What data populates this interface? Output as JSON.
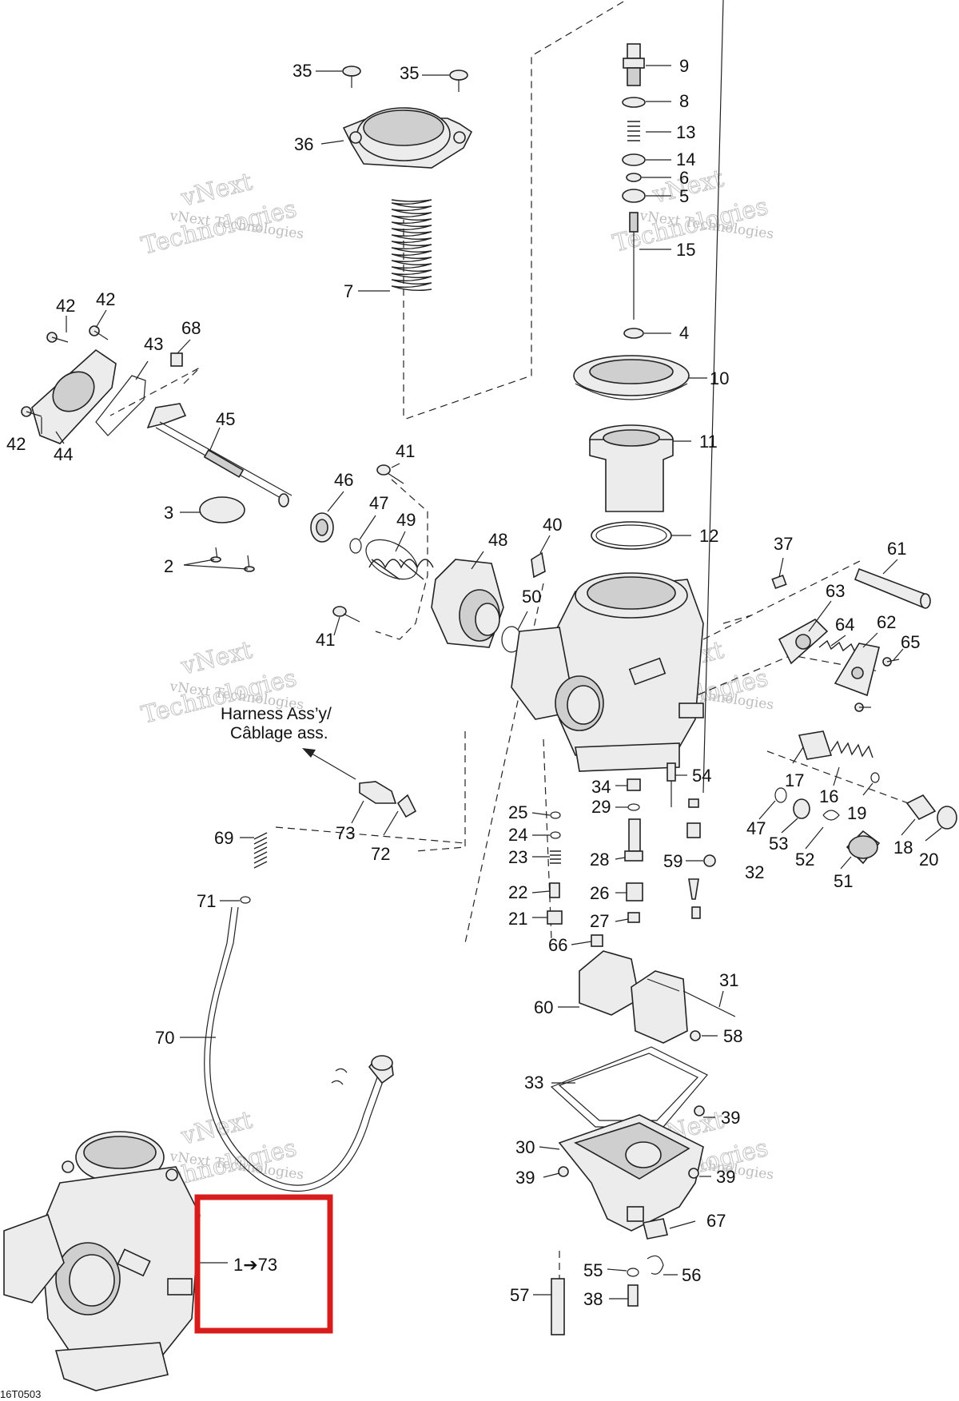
{
  "callouts": [
    {
      "id": "35a",
      "text": "35"
    },
    {
      "id": "35b",
      "text": "35"
    },
    {
      "id": "36",
      "text": "36"
    },
    {
      "id": "9",
      "text": "9"
    },
    {
      "id": "8",
      "text": "8"
    },
    {
      "id": "13",
      "text": "13"
    },
    {
      "id": "14",
      "text": "14"
    },
    {
      "id": "6",
      "text": "6"
    },
    {
      "id": "5",
      "text": "5"
    },
    {
      "id": "15",
      "text": "15"
    },
    {
      "id": "4",
      "text": "4"
    },
    {
      "id": "10",
      "text": "10"
    },
    {
      "id": "11",
      "text": "11"
    },
    {
      "id": "12",
      "text": "12"
    },
    {
      "id": "7",
      "text": "7"
    },
    {
      "id": "42a",
      "text": "42"
    },
    {
      "id": "42b",
      "text": "42"
    },
    {
      "id": "42c",
      "text": "42"
    },
    {
      "id": "43",
      "text": "43"
    },
    {
      "id": "44",
      "text": "44"
    },
    {
      "id": "68",
      "text": "68"
    },
    {
      "id": "45",
      "text": "45"
    },
    {
      "id": "3",
      "text": "3"
    },
    {
      "id": "2",
      "text": "2"
    },
    {
      "id": "41a",
      "text": "41"
    },
    {
      "id": "41b",
      "text": "41"
    },
    {
      "id": "46",
      "text": "46"
    },
    {
      "id": "47a",
      "text": "47"
    },
    {
      "id": "49",
      "text": "49"
    },
    {
      "id": "48",
      "text": "48"
    },
    {
      "id": "50",
      "text": "50"
    },
    {
      "id": "40",
      "text": "40"
    },
    {
      "id": "37",
      "text": "37"
    },
    {
      "id": "61",
      "text": "61"
    },
    {
      "id": "63",
      "text": "63"
    },
    {
      "id": "64",
      "text": "64"
    },
    {
      "id": "62",
      "text": "62"
    },
    {
      "id": "65",
      "text": "65"
    },
    {
      "id": "17",
      "text": "17"
    },
    {
      "id": "16",
      "text": "16"
    },
    {
      "id": "19",
      "text": "19"
    },
    {
      "id": "47b",
      "text": "47"
    },
    {
      "id": "53",
      "text": "53"
    },
    {
      "id": "52",
      "text": "52"
    },
    {
      "id": "51",
      "text": "51"
    },
    {
      "id": "18",
      "text": "18"
    },
    {
      "id": "20",
      "text": "20"
    },
    {
      "id": "34",
      "text": "34"
    },
    {
      "id": "54",
      "text": "54"
    },
    {
      "id": "29",
      "text": "29"
    },
    {
      "id": "25",
      "text": "25"
    },
    {
      "id": "24",
      "text": "24"
    },
    {
      "id": "23",
      "text": "23"
    },
    {
      "id": "28",
      "text": "28"
    },
    {
      "id": "59",
      "text": "59"
    },
    {
      "id": "32",
      "text": "32"
    },
    {
      "id": "22",
      "text": "22"
    },
    {
      "id": "26",
      "text": "26"
    },
    {
      "id": "21",
      "text": "21"
    },
    {
      "id": "27",
      "text": "27"
    },
    {
      "id": "66",
      "text": "66"
    },
    {
      "id": "73",
      "text": "73"
    },
    {
      "id": "72",
      "text": "72"
    },
    {
      "id": "69",
      "text": "69"
    },
    {
      "id": "71",
      "text": "71"
    },
    {
      "id": "70",
      "text": "70"
    },
    {
      "id": "60",
      "text": "60"
    },
    {
      "id": "31",
      "text": "31"
    },
    {
      "id": "58",
      "text": "58"
    },
    {
      "id": "33",
      "text": "33"
    },
    {
      "id": "39a",
      "text": "39"
    },
    {
      "id": "30",
      "text": "30"
    },
    {
      "id": "39b",
      "text": "39"
    },
    {
      "id": "39c",
      "text": "39"
    },
    {
      "id": "67",
      "text": "67"
    },
    {
      "id": "55",
      "text": "55"
    },
    {
      "id": "56",
      "text": "56"
    },
    {
      "id": "57",
      "text": "57"
    },
    {
      "id": "38",
      "text": "38"
    }
  ],
  "harness_note": {
    "line1": "Harness Ass’y/",
    "line2": "Câblage ass."
  },
  "range_label": "1➔73",
  "drawing_code": "16T0503",
  "watermark": {
    "line1": "vNext",
    "line2": "vNext Technologies",
    "line3": "Technologies"
  },
  "colors": {
    "highlight_box": "#d81c1c",
    "line": "#222222",
    "watermark": "#c4c4c4"
  }
}
